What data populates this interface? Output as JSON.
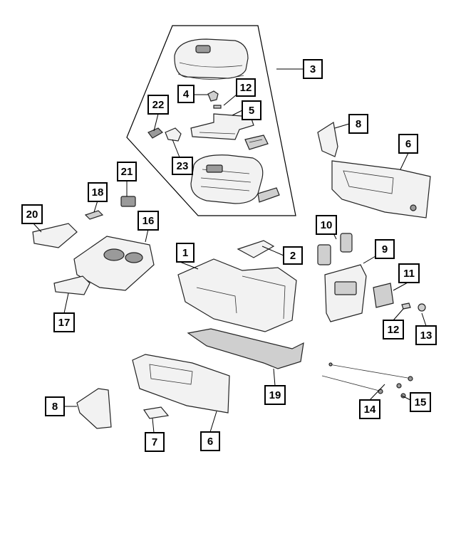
{
  "diagram": {
    "callouts": [
      {
        "id": "c1",
        "label": "1"
      },
      {
        "id": "c2",
        "label": "2"
      },
      {
        "id": "c3",
        "label": "3"
      },
      {
        "id": "c4",
        "label": "4"
      },
      {
        "id": "c5",
        "label": "5"
      },
      {
        "id": "c6a",
        "label": "6"
      },
      {
        "id": "c6b",
        "label": "6"
      },
      {
        "id": "c7",
        "label": "7"
      },
      {
        "id": "c8a",
        "label": "8"
      },
      {
        "id": "c8b",
        "label": "8"
      },
      {
        "id": "c9",
        "label": "9"
      },
      {
        "id": "c10",
        "label": "10"
      },
      {
        "id": "c11",
        "label": "11"
      },
      {
        "id": "c12a",
        "label": "12"
      },
      {
        "id": "c12b",
        "label": "12"
      },
      {
        "id": "c13",
        "label": "13"
      },
      {
        "id": "c14",
        "label": "14"
      },
      {
        "id": "c15",
        "label": "15"
      },
      {
        "id": "c16",
        "label": "16"
      },
      {
        "id": "c17",
        "label": "17"
      },
      {
        "id": "c18",
        "label": "18"
      },
      {
        "id": "c19",
        "label": "19"
      },
      {
        "id": "c20",
        "label": "20"
      },
      {
        "id": "c21",
        "label": "21"
      },
      {
        "id": "c22",
        "label": "22"
      },
      {
        "id": "c23",
        "label": "23"
      }
    ]
  }
}
